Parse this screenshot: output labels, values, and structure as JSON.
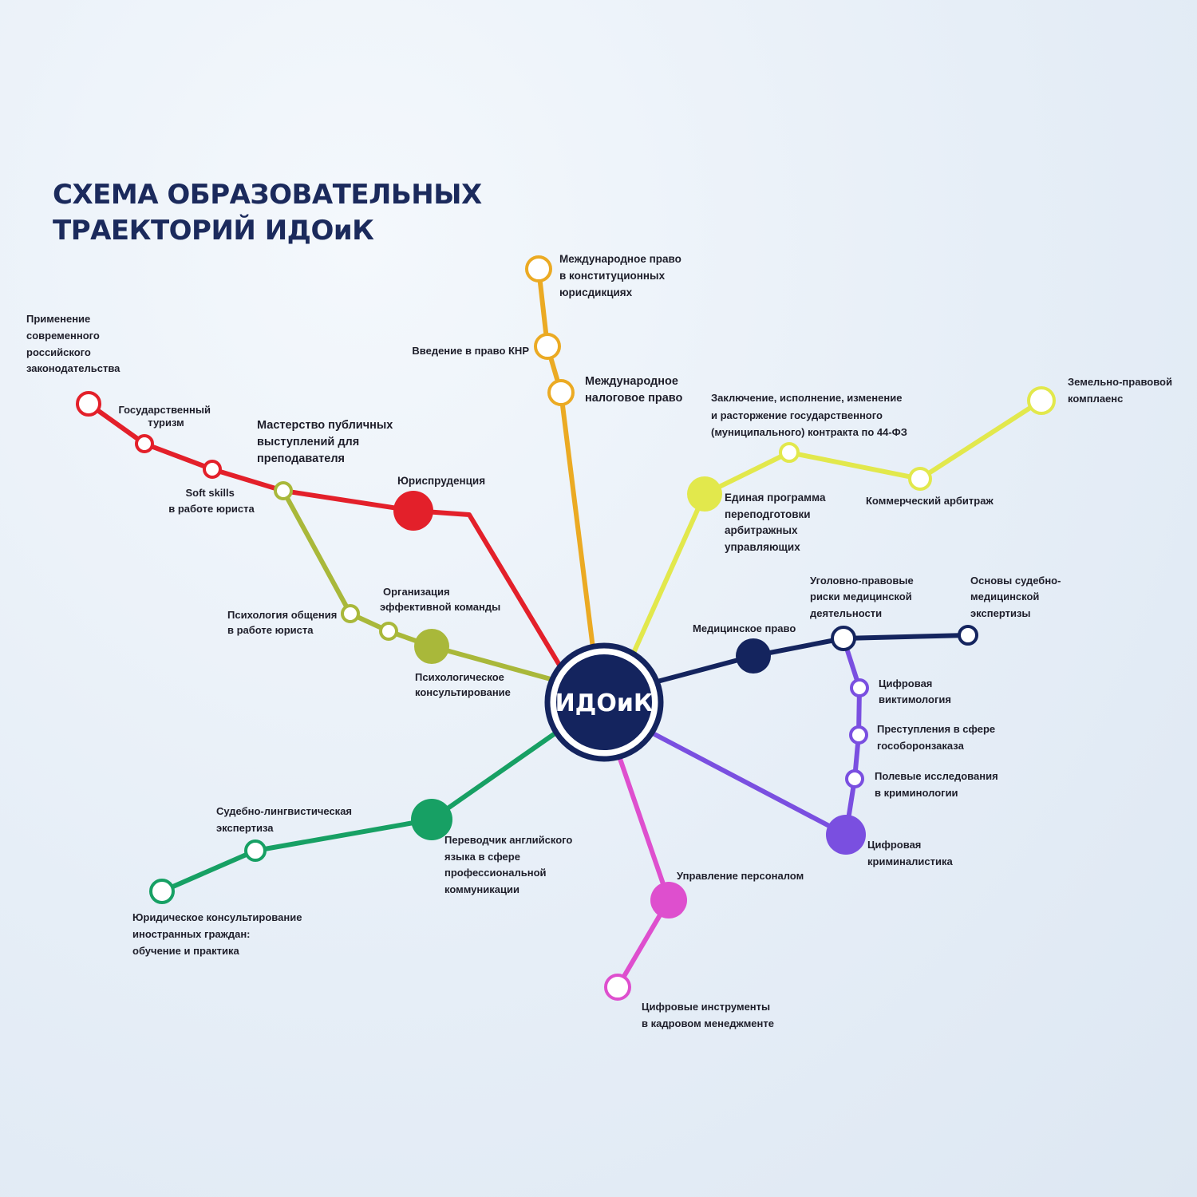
{
  "header": {
    "title_line1": "СХЕМА ОБРАЗОВАТЕЛЬНЫХ",
    "title_line2": "ТРАЕКТОРИЙ ИДОиК"
  },
  "center": {
    "label": "ИДОиК"
  },
  "colors": {
    "red": "#e3202a",
    "olive": "#a9b83a",
    "orange": "#ebaa23",
    "yellow": "#e2e84c",
    "navy": "#14245e",
    "violet": "#7a4fe0",
    "magenta": "#de4fce",
    "green": "#17a064"
  },
  "lines": {
    "red": {
      "hub": "Юриспруденция",
      "stations": [
        [
          "Применение",
          "современного",
          "российского",
          "законодательства"
        ],
        [
          "Государственный",
          "туризм"
        ],
        [
          "Soft skills",
          "в работе юриста"
        ],
        [
          "Мастерство публичных",
          "выступлений для",
          "преподавателя"
        ]
      ]
    },
    "olive": {
      "hub": [
        "Психологическое",
        "консультирование"
      ],
      "stations": [
        [
          "Психология общения",
          "в работе юриста"
        ],
        [
          "Организация",
          "эффективной команды"
        ]
      ]
    },
    "orange": {
      "stations": [
        [
          "Международное право",
          "в конституционных",
          "юрисдикциях"
        ],
        [
          "Введение в право КНР"
        ],
        [
          "Международное",
          "налоговое право"
        ]
      ]
    },
    "yellow": {
      "hub": [
        "Единая программа",
        "переподготовки",
        "арбитражных",
        "управляющих"
      ],
      "stations": [
        [
          "Заключение, исполнение, изменение",
          "и расторжение государственного",
          "(муниципального) контракта по 44-ФЗ"
        ],
        [
          "Коммерческий арбитраж"
        ],
        [
          "Земельно-правовой",
          "комплаенс"
        ]
      ]
    },
    "navy": {
      "hub": "Медицинское право",
      "stations": [
        [
          "Уголовно-правовые",
          "риски медицинской",
          "деятельности"
        ],
        [
          "Основы судебно-",
          "медицинской",
          "экспертизы"
        ]
      ]
    },
    "violet": {
      "hub": [
        "Цифровая",
        "криминалистика"
      ],
      "stations": [
        [
          "Цифровая",
          "виктимология"
        ],
        [
          "Преступления в сфере",
          "гособоронзаказа"
        ],
        [
          "Полевые исследования",
          "в криминологии"
        ]
      ]
    },
    "magenta": {
      "hub": "Управление персоналом",
      "stations": [
        [
          "Цифровые инструменты",
          "в кадровом менеджменте"
        ]
      ]
    },
    "green": {
      "hub": [
        "Переводчик английского",
        "языка в сфере",
        "профессиональной",
        "коммуникации"
      ],
      "stations": [
        [
          "Судебно-лингвистическая",
          "экспертиза"
        ],
        [
          "Юридическое консультирование",
          "иностранных граждан:",
          "обучение и практика"
        ]
      ]
    }
  }
}
